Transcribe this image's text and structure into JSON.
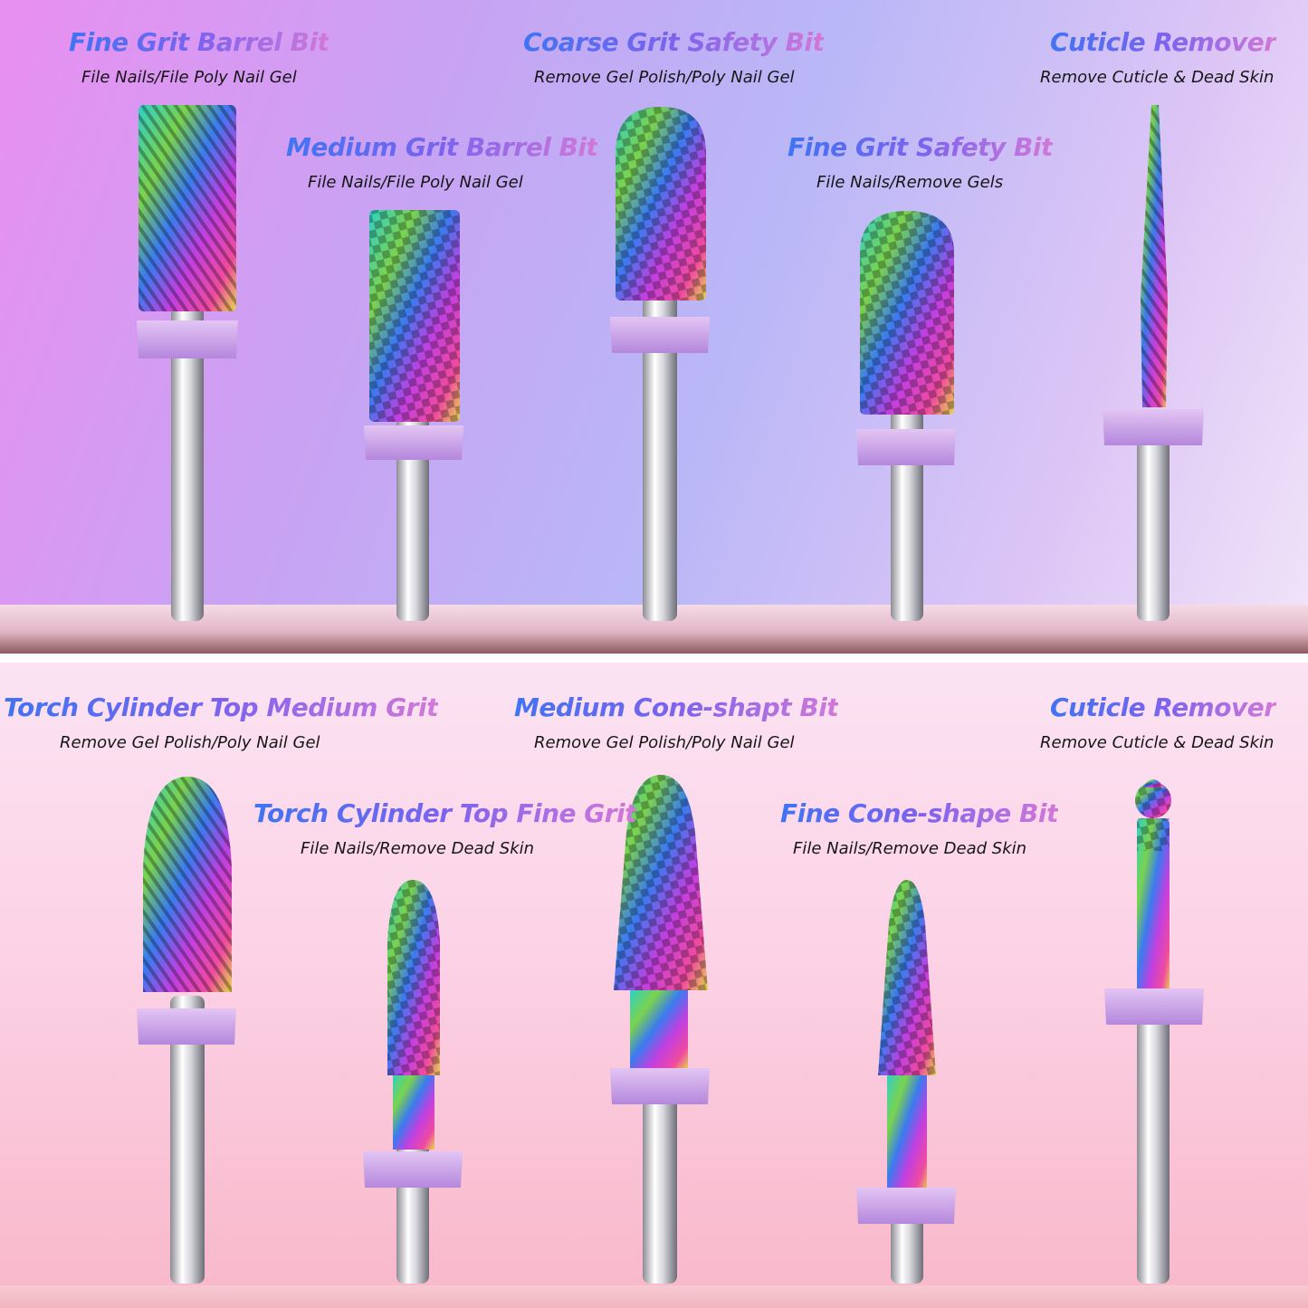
{
  "top_row": {
    "bit1": {
      "title": "Fine Grit Barrel Bit",
      "subtitle": "File Nails/File Poly Nail Gel"
    },
    "bit2": {
      "title": "Medium Grit Barrel Bit",
      "subtitle": "File Nails/File Poly Nail Gel"
    },
    "bit3": {
      "title": "Coarse Grit Safety Bit",
      "subtitle": "Remove Gel Polish/Poly Nail Gel"
    },
    "bit4": {
      "title": "Fine Grit Safety Bit",
      "subtitle": "File Nails/Remove Gels"
    },
    "bit5": {
      "title": "Cuticle Remover",
      "subtitle": "Remove Cuticle & Dead Skin"
    }
  },
  "bottom_row": {
    "bit1": {
      "title": "Torch Cylinder Top Medium Grit",
      "subtitle": "Remove Gel Polish/Poly Nail Gel"
    },
    "bit2": {
      "title": "Torch Cylinder Top Fine Grit",
      "subtitle": "File Nails/Remove Dead Skin"
    },
    "bit3": {
      "title": "Medium Cone-shapt Bit",
      "subtitle": "Remove Gel Polish/Poly Nail Gel"
    },
    "bit4": {
      "title": "Fine Cone-shape Bit",
      "subtitle": "File Nails/Remove Dead Skin"
    },
    "bit5": {
      "title": "Cuticle Remover",
      "subtitle": "Remove Cuticle & Dead Skin"
    }
  },
  "colors": {
    "title_gradient": [
      "#3f74f2",
      "#7b63ef",
      "#d278d8"
    ],
    "holder": "#c69ae6",
    "top_background": "#c8a3f3",
    "bottom_background": "#fcd2e6"
  }
}
